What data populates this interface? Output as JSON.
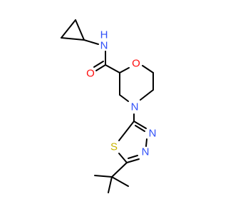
{
  "molecule": {
    "atoms": {
      "o1": {
        "symbol": "O",
        "color": "#ff0d0d"
      },
      "n1": {
        "symbol": "N",
        "color": "#3050f8"
      },
      "nh": {
        "symbol": "N",
        "color": "#3050f8"
      },
      "h": {
        "symbol": "H",
        "color": "#3050f8"
      },
      "o2": {
        "symbol": "O",
        "color": "#ff0d0d"
      },
      "s1": {
        "symbol": "S",
        "color": "#c8b400"
      },
      "n2": {
        "symbol": "N",
        "color": "#3050f8"
      },
      "n3": {
        "symbol": "N",
        "color": "#3050f8"
      }
    }
  }
}
